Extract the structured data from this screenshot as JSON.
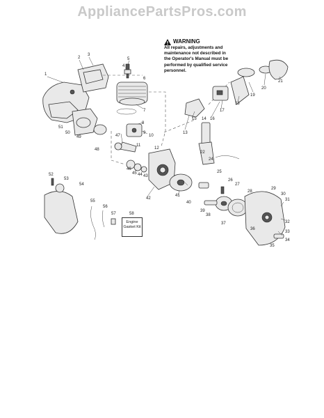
{
  "watermark": "AppliancePartsPros.com",
  "warning": {
    "title": "WARNING",
    "text": "All repairs, adjustments and maintenance not described in the Operator's Manual must be performed by qualified service personnel."
  },
  "kit_label": "Engine Gasket Kit",
  "part_numbers": {
    "p1": "1",
    "p2": "2",
    "p3": "3",
    "p4": "4",
    "p5": "5",
    "p6": "6",
    "p7": "7",
    "p8": "8",
    "p9": "9",
    "p10": "10",
    "p11": "11",
    "p12": "12",
    "p13": "13",
    "p14": "14",
    "p15": "15",
    "p16": "16",
    "p17": "17",
    "p18": "18",
    "p19": "19",
    "p20": "20",
    "p21": "21",
    "p22": "22",
    "p24": "24",
    "p25": "25",
    "p26": "26",
    "p27": "27",
    "p28": "28",
    "p29": "29",
    "p30": "30",
    "p31": "31",
    "p32": "32",
    "p33": "33",
    "p34": "34",
    "p35": "35",
    "p36": "36",
    "p37": "37",
    "p38": "38",
    "p39": "39",
    "p40": "40",
    "p41": "41",
    "p42": "42",
    "p43": "43",
    "p44": "44",
    "p45": "45",
    "p46": "46",
    "p47": "47",
    "p48": "48",
    "p49": "49",
    "p50": "50",
    "p51": "51",
    "p52": "52",
    "p53": "53",
    "p54": "54",
    "p55": "55",
    "p56": "56",
    "p57": "57",
    "p58": "58"
  }
}
